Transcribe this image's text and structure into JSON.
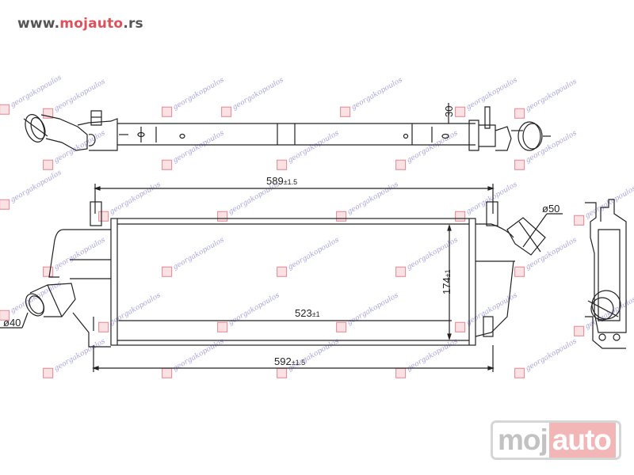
{
  "header": {
    "url_prefix": "www.",
    "url_brand": "mojauto",
    "url_suffix": ".rs"
  },
  "drawing": {
    "title": "Intercooler technical drawing",
    "views": [
      "top-view",
      "front-view",
      "side-view"
    ],
    "dimensions": {
      "top_height": "30",
      "overall_top_width": "589",
      "overall_top_tol": "±1.5",
      "core_width": "523",
      "core_width_tol": "±1",
      "core_height": "174",
      "core_height_tol": "±1",
      "overall_bottom_width": "592",
      "overall_bottom_tol": "±1.5",
      "inlet_diameter": "ø40",
      "outlet_diameter": "ø50"
    },
    "colors": {
      "line": "#222222",
      "watermark": "#8c86d8",
      "watermark_logo": "#e06070"
    }
  },
  "watermark": {
    "text": "georgakopoulos"
  },
  "footer_logo": {
    "part1": "moj",
    "part2": "auto",
    "colors": {
      "part1": "#c2c2c2",
      "part2_bg": "#f2b6b6",
      "border": "#d6d6d6"
    }
  }
}
